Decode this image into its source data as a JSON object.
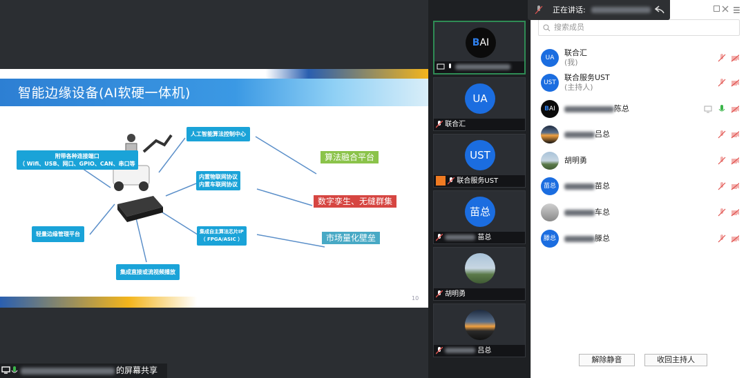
{
  "slide": {
    "title": "智能边缘设备(AI软硬一体机)",
    "page_number": "10",
    "boxes": {
      "ports": "附带各种连接端口\n（ Wifi、USB、网口、GPIO、CAN、串口等",
      "ai_center": "人工智能算法控制中心",
      "iot": "内置物联网协议\n内置车联网协议",
      "chip": "集成自主算法芯片IP\n（ FPGA/ASIC ）",
      "mgmt": "轻量边缘管理平台",
      "video": "集成直接或流视频播放"
    },
    "tags": {
      "algo": "算法融合平台",
      "twin": "数字孪生、无缝群集",
      "market": "市场量化壁垒"
    }
  },
  "share_bar": {
    "label": "的屏幕共享"
  },
  "speaking": {
    "label": "正在讲话:"
  },
  "tiles": [
    {
      "avatar": "BAI",
      "name": ""
    },
    {
      "avatar": "UA",
      "name": "联合汇"
    },
    {
      "avatar": "UST",
      "name": "联合服务UST"
    },
    {
      "avatar": "苗总",
      "name": "苗总"
    },
    {
      "avatar": "",
      "name": "胡明勇"
    },
    {
      "avatar": "",
      "name": "吕总"
    }
  ],
  "panel": {
    "search_placeholder": "搜索成员",
    "members": [
      {
        "avatar": "UA",
        "name": "联合汇",
        "role": "(我)"
      },
      {
        "avatar": "UST",
        "name": "联合服务UST",
        "role": "(主持人)"
      },
      {
        "avatar": "BAI",
        "name": "陈总",
        "role": ""
      },
      {
        "avatar": "",
        "name": "吕总",
        "role": ""
      },
      {
        "avatar": "",
        "name": "胡明勇",
        "role": ""
      },
      {
        "avatar": "苗总",
        "name": "苗总",
        "role": ""
      },
      {
        "avatar": "",
        "name": "车总",
        "role": ""
      },
      {
        "avatar": "滕总",
        "name": "滕总",
        "role": ""
      }
    ],
    "unmute_button": "解除静音",
    "reclaim_host_button": "收回主持人"
  },
  "colors": {
    "accent": "#1b6de0",
    "active_border": "#2f8c55",
    "mic_off": "#e0534f",
    "mic_on": "#3bb54a"
  }
}
